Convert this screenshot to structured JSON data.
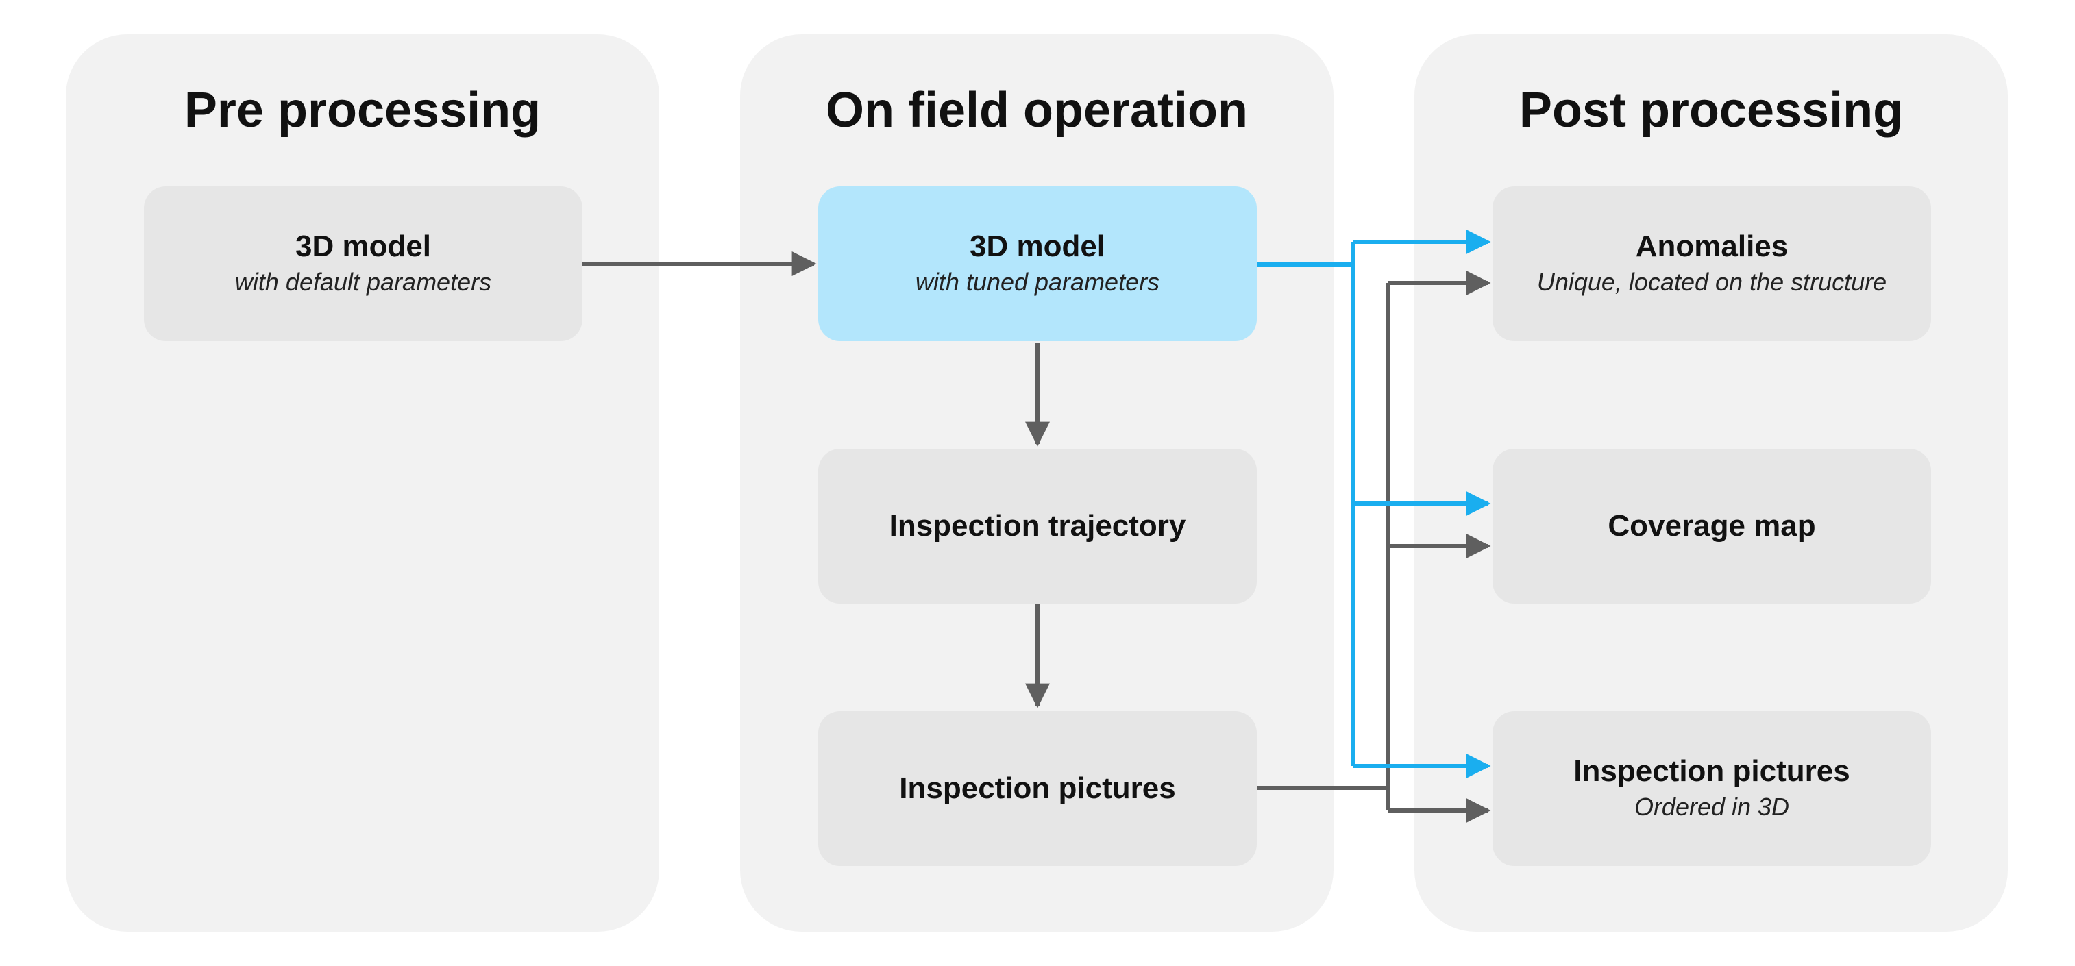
{
  "panels": {
    "pre": {
      "title": "Pre processing"
    },
    "field": {
      "title": "On field operation"
    },
    "post": {
      "title": "Post processing"
    }
  },
  "nodes": {
    "pre_model": {
      "title": "3D model",
      "subtitle": "with default parameters"
    },
    "field_model": {
      "title": "3D model",
      "subtitle": "with tuned parameters"
    },
    "trajectory": {
      "title": "Inspection trajectory"
    },
    "field_pictures": {
      "title": "Inspection pictures"
    },
    "anomalies": {
      "title": "Anomalies",
      "subtitle": "Unique, located on the structure"
    },
    "coverage": {
      "title": "Coverage map"
    },
    "post_pictures": {
      "title": "Inspection pictures",
      "subtitle": "Ordered in 3D"
    }
  },
  "colors": {
    "panel": "#f2f2f2",
    "node": "#e6e6e6",
    "highlight": "#b3e6fc",
    "arrow_gray": "#5f5f5f",
    "arrow_blue": "#1aaeef"
  }
}
